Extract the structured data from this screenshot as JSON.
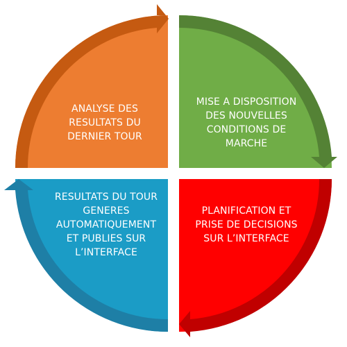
{
  "diagram": {
    "quadrants": [
      {
        "id": "top-left",
        "label": "ANALYSE DES\nRESULTATS DU\nDERNIER TOUR",
        "fill": "#ED7D31",
        "arrow_fill": "#C55A11"
      },
      {
        "id": "top-right",
        "label": "MISE A DISPOSITION\nDES NOUVELLES\nCONDITIONS DE\nMARCHE",
        "fill": "#70AD47",
        "arrow_fill": "#548235"
      },
      {
        "id": "bottom-right",
        "label": "PLANIFICATION ET\nPRISE DE DECISIONS\nSUR L’INTERFACE",
        "fill": "#FF0000",
        "arrow_fill": "#C00000"
      },
      {
        "id": "bottom-left",
        "label": "RESULTATS DU TOUR\nGENERES\nAUTOMATIQUEMENT\nET PUBLIES SUR\nL’INTERFACE",
        "fill": "#1B9CC6",
        "arrow_fill": "#1E7FA6"
      }
    ]
  }
}
